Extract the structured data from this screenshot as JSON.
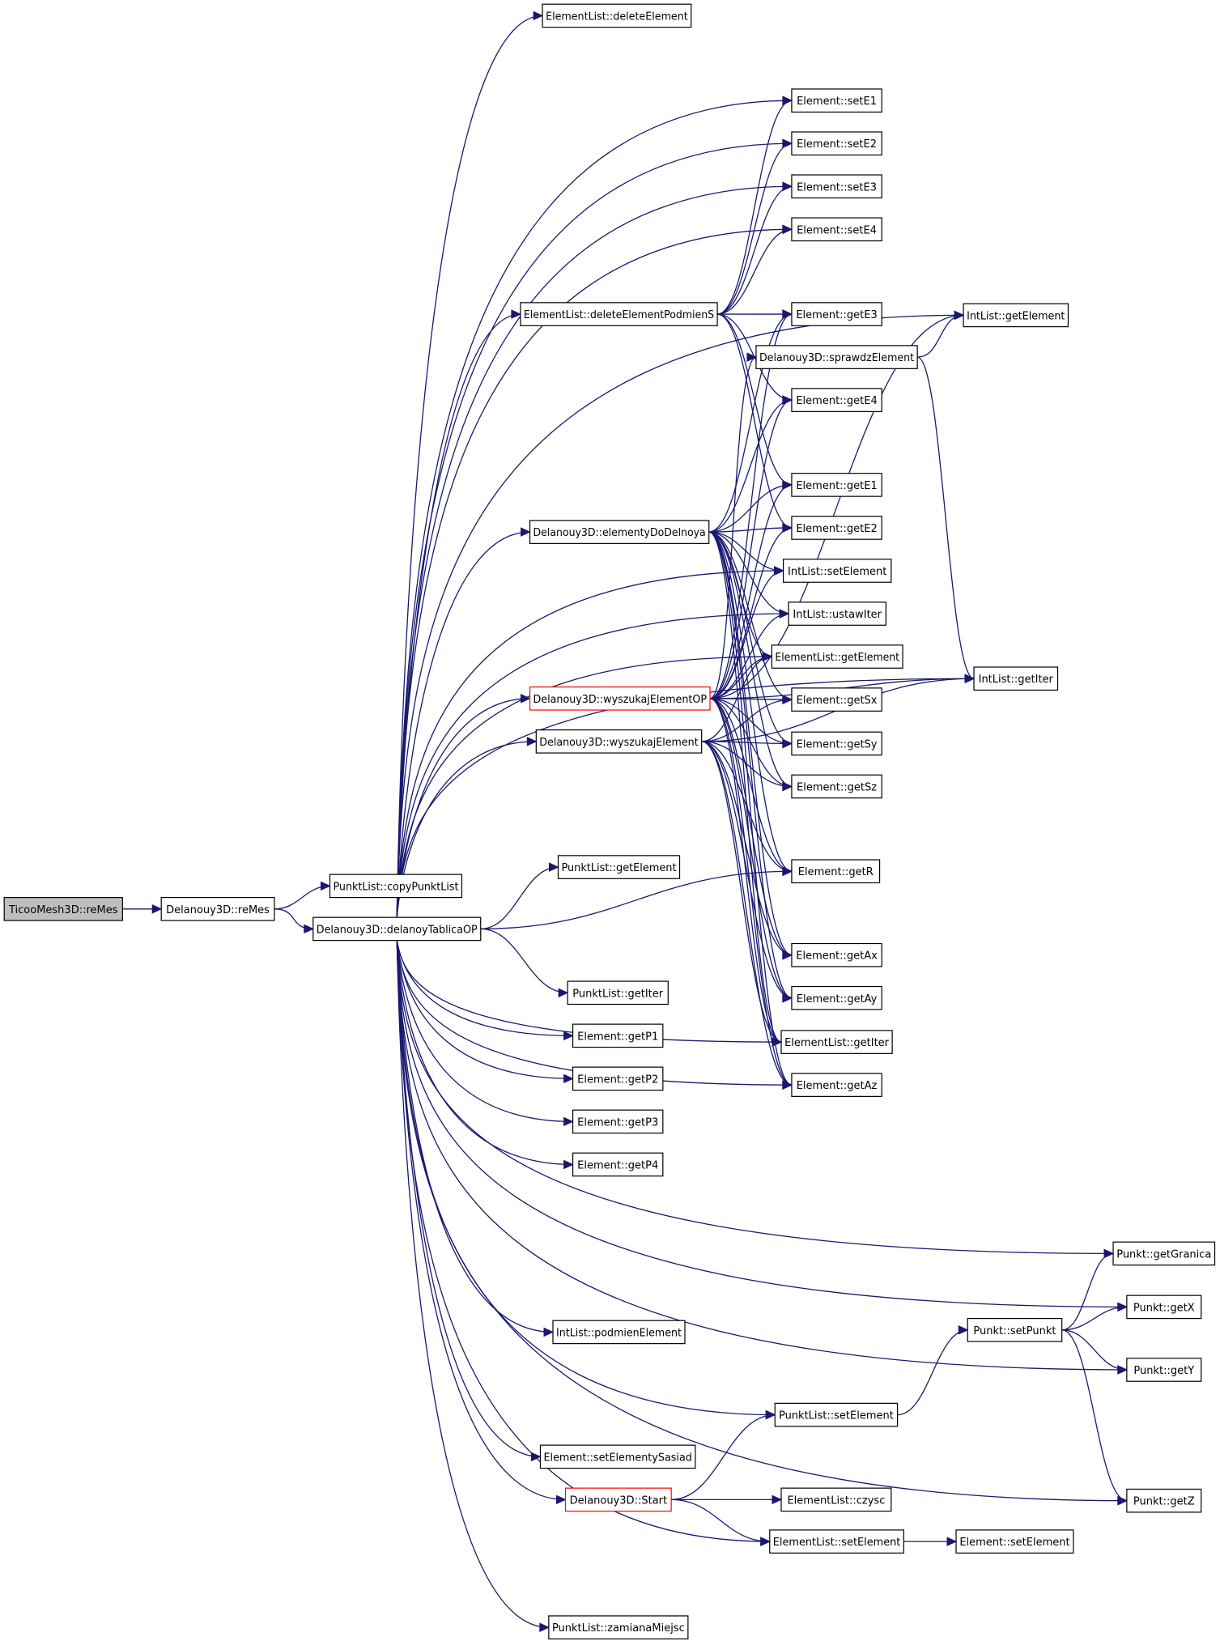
{
  "diagram": {
    "kind": "call graph",
    "colors": {
      "edge": "#191970",
      "highlight_border": "#ff0000",
      "root_fill": "#bfbfbf"
    },
    "nodes": {
      "n0": "TicooMesh3D::reMes",
      "n1": "Delanouy3D::reMes",
      "n2": "PunktList::copyPunktList",
      "n3": "Delanouy3D::delanoyTablicaOP",
      "n4": "ElementList::deleteElement",
      "n5": "Element::setE1",
      "n6": "Element::setE2",
      "n7": "Element::setE3",
      "n8": "Element::setE4",
      "n9": "ElementList::deleteElementPodmienS",
      "n10": "Element::getE3",
      "n11": "IntList::getElement",
      "n12": "Delanouy3D::sprawdzElement",
      "n13": "Element::getE4",
      "n14": "Element::getE1",
      "n15": "Delanouy3D::elementyDoDelnoya",
      "n16": "Element::getE2",
      "n17": "IntList::setElement",
      "n18": "IntList::ustawIter",
      "n19": "ElementList::getElement",
      "n20": "IntList::getIter",
      "n21": "Delanouy3D::wyszukajElementOP",
      "n22": "Element::getSx",
      "n23": "Delanouy3D::wyszukajElement",
      "n24": "Element::getSy",
      "n25": "Element::getSz",
      "n26": "Element::getR",
      "n27": "PunktList::getElement",
      "n28": "Element::getAx",
      "n29": "PunktList::getIter",
      "n30": "Element::getAy",
      "n31": "Element::getP1",
      "n32": "ElementList::getIter",
      "n33": "Element::getP2",
      "n34": "Element::getAz",
      "n35": "Element::getP3",
      "n36": "Element::getP4",
      "n37": "Punkt::getGranica",
      "n38": "Punkt::getX",
      "n39": "IntList::podmienElement",
      "n40": "Punkt::setPunkt",
      "n41": "Punkt::getY",
      "n42": "PunktList::setElement",
      "n43": "Element::setElementySasiad",
      "n44": "Delanouy3D::Start",
      "n45": "ElementList::czysc",
      "n46": "Punkt::getZ",
      "n47": "ElementList::setElement",
      "n48": "Element::setElement",
      "n49": "PunktList::zamianaMiejsc"
    },
    "highlighted": [
      "n21",
      "n44"
    ],
    "root": "n0",
    "edges": [
      [
        "n0",
        "n1"
      ],
      [
        "n1",
        "n2"
      ],
      [
        "n1",
        "n3"
      ],
      [
        "n3",
        "n4"
      ],
      [
        "n3",
        "n5"
      ],
      [
        "n3",
        "n6"
      ],
      [
        "n3",
        "n7"
      ],
      [
        "n3",
        "n8"
      ],
      [
        "n3",
        "n9"
      ],
      [
        "n3",
        "n11"
      ],
      [
        "n3",
        "n15"
      ],
      [
        "n3",
        "n17"
      ],
      [
        "n3",
        "n18"
      ],
      [
        "n3",
        "n19"
      ],
      [
        "n3",
        "n21"
      ],
      [
        "n3",
        "n23"
      ],
      [
        "n3",
        "n26"
      ],
      [
        "n3",
        "n27"
      ],
      [
        "n3",
        "n29"
      ],
      [
        "n3",
        "n31"
      ],
      [
        "n3",
        "n33"
      ],
      [
        "n3",
        "n35"
      ],
      [
        "n3",
        "n36"
      ],
      [
        "n3",
        "n32"
      ],
      [
        "n3",
        "n34"
      ],
      [
        "n3",
        "n20"
      ],
      [
        "n3",
        "n37"
      ],
      [
        "n3",
        "n38"
      ],
      [
        "n3",
        "n39"
      ],
      [
        "n3",
        "n41"
      ],
      [
        "n3",
        "n42"
      ],
      [
        "n3",
        "n43"
      ],
      [
        "n3",
        "n44"
      ],
      [
        "n3",
        "n47"
      ],
      [
        "n3",
        "n46"
      ],
      [
        "n3",
        "n49"
      ],
      [
        "n9",
        "n5"
      ],
      [
        "n9",
        "n6"
      ],
      [
        "n9",
        "n7"
      ],
      [
        "n9",
        "n8"
      ],
      [
        "n9",
        "n10"
      ],
      [
        "n9",
        "n13"
      ],
      [
        "n9",
        "n14"
      ],
      [
        "n9",
        "n16"
      ],
      [
        "n12",
        "n11"
      ],
      [
        "n12",
        "n20"
      ],
      [
        "n15",
        "n10"
      ],
      [
        "n15",
        "n13"
      ],
      [
        "n15",
        "n14"
      ],
      [
        "n15",
        "n16"
      ],
      [
        "n15",
        "n17"
      ],
      [
        "n15",
        "n18"
      ],
      [
        "n15",
        "n19"
      ],
      [
        "n15",
        "n22"
      ],
      [
        "n15",
        "n24"
      ],
      [
        "n15",
        "n25"
      ],
      [
        "n15",
        "n26"
      ],
      [
        "n15",
        "n28"
      ],
      [
        "n15",
        "n30"
      ],
      [
        "n15",
        "n34"
      ],
      [
        "n15",
        "n32"
      ],
      [
        "n21",
        "n10"
      ],
      [
        "n21",
        "n12"
      ],
      [
        "n21",
        "n13"
      ],
      [
        "n21",
        "n14"
      ],
      [
        "n21",
        "n16"
      ],
      [
        "n21",
        "n17"
      ],
      [
        "n21",
        "n18"
      ],
      [
        "n21",
        "n19"
      ],
      [
        "n21",
        "n22"
      ],
      [
        "n21",
        "n24"
      ],
      [
        "n21",
        "n25"
      ],
      [
        "n21",
        "n26"
      ],
      [
        "n21",
        "n28"
      ],
      [
        "n21",
        "n30"
      ],
      [
        "n21",
        "n32"
      ],
      [
        "n21",
        "n34"
      ],
      [
        "n21",
        "n11"
      ],
      [
        "n21",
        "n20"
      ],
      [
        "n23",
        "n19"
      ],
      [
        "n23",
        "n22"
      ],
      [
        "n23",
        "n24"
      ],
      [
        "n23",
        "n25"
      ],
      [
        "n23",
        "n26"
      ],
      [
        "n23",
        "n28"
      ],
      [
        "n23",
        "n30"
      ],
      [
        "n23",
        "n34"
      ],
      [
        "n23",
        "n32"
      ],
      [
        "n23",
        "n20"
      ],
      [
        "n40",
        "n37"
      ],
      [
        "n40",
        "n38"
      ],
      [
        "n40",
        "n41"
      ],
      [
        "n40",
        "n46"
      ],
      [
        "n42",
        "n40"
      ],
      [
        "n44",
        "n42"
      ],
      [
        "n44",
        "n45"
      ],
      [
        "n44",
        "n47"
      ],
      [
        "n47",
        "n48"
      ]
    ]
  }
}
